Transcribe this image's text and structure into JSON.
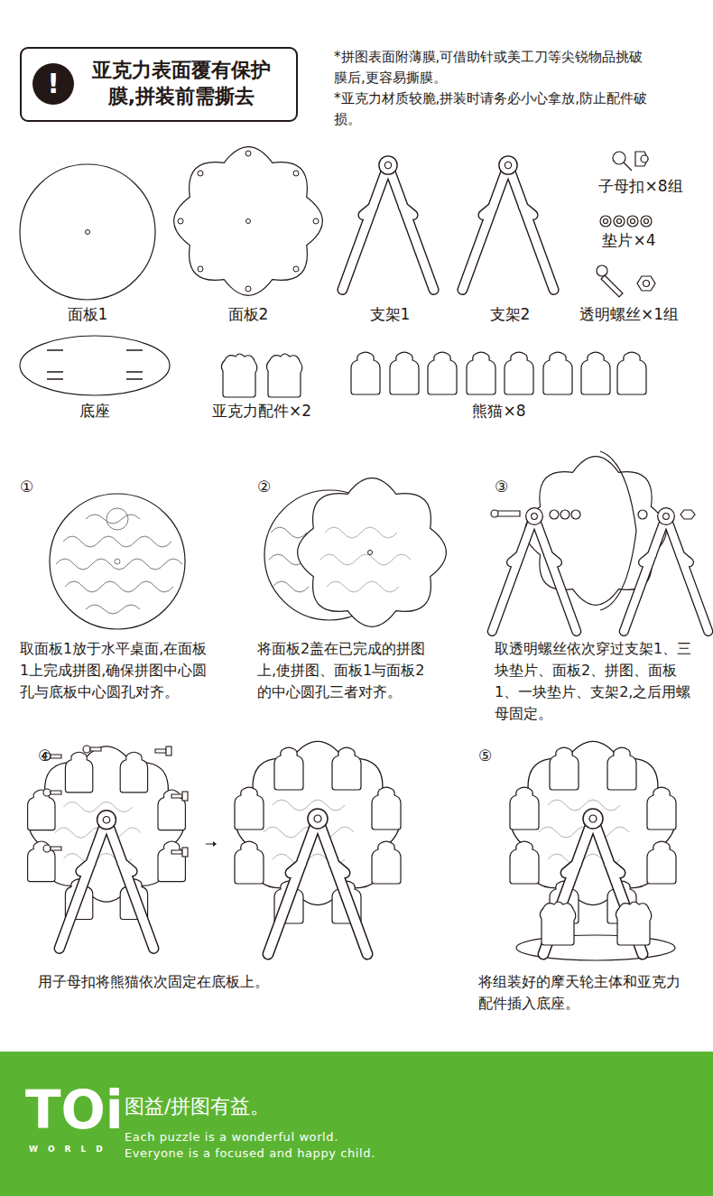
{
  "diagram": {
    "nodes": [
      {
        "text": [
          "亚克力表面覆有保护膜,拼装前需撕去"
        ]
      },
      {
        "text": [
          "!"
        ],
        "in": 0
      },
      {
        "text": [
          "TOi",
          "WORLD",
          "图益/拼图有益。",
          "Each puzzle is a wonderful world. Everyone is a focused and happy child."
        ]
      }
    ],
    "edges": [],
    "labels": [
      "*拼图表面附薄膜,可借助针或美工刀等尖锐物品挑破膜后,更容易撕膜。",
      "*亚克力材质较脆,拼装时请务必小心拿放,防止配件破损。",
      "面板1",
      "面板2",
      "支架1",
      "支架2",
      "子母扣×8组",
      "垫片×4",
      "透明螺丝×1组",
      "底座",
      "亚克力配件×2",
      "熊猫×8",
      "①",
      "取面板1放于水平桌面,在面板1上完成拼图,确保拼图中心圆孔与底板中心圆孔对齐。",
      "②",
      "将面板2盖在已完成的拼图上,使拼图、面板1与面板2的中心圆孔三者对齐。",
      "③",
      "取透明螺丝依次穿过支架1、三块垫片、面板2、拼图、面板1、一块垫片、支架2,之后用螺母固定。",
      "④",
      "用子母扣将熊猫依次固定在底板上。",
      "⑤",
      "将组装好的摩天轮主体和亚克力配件插入底座。"
    ]
  }
}
